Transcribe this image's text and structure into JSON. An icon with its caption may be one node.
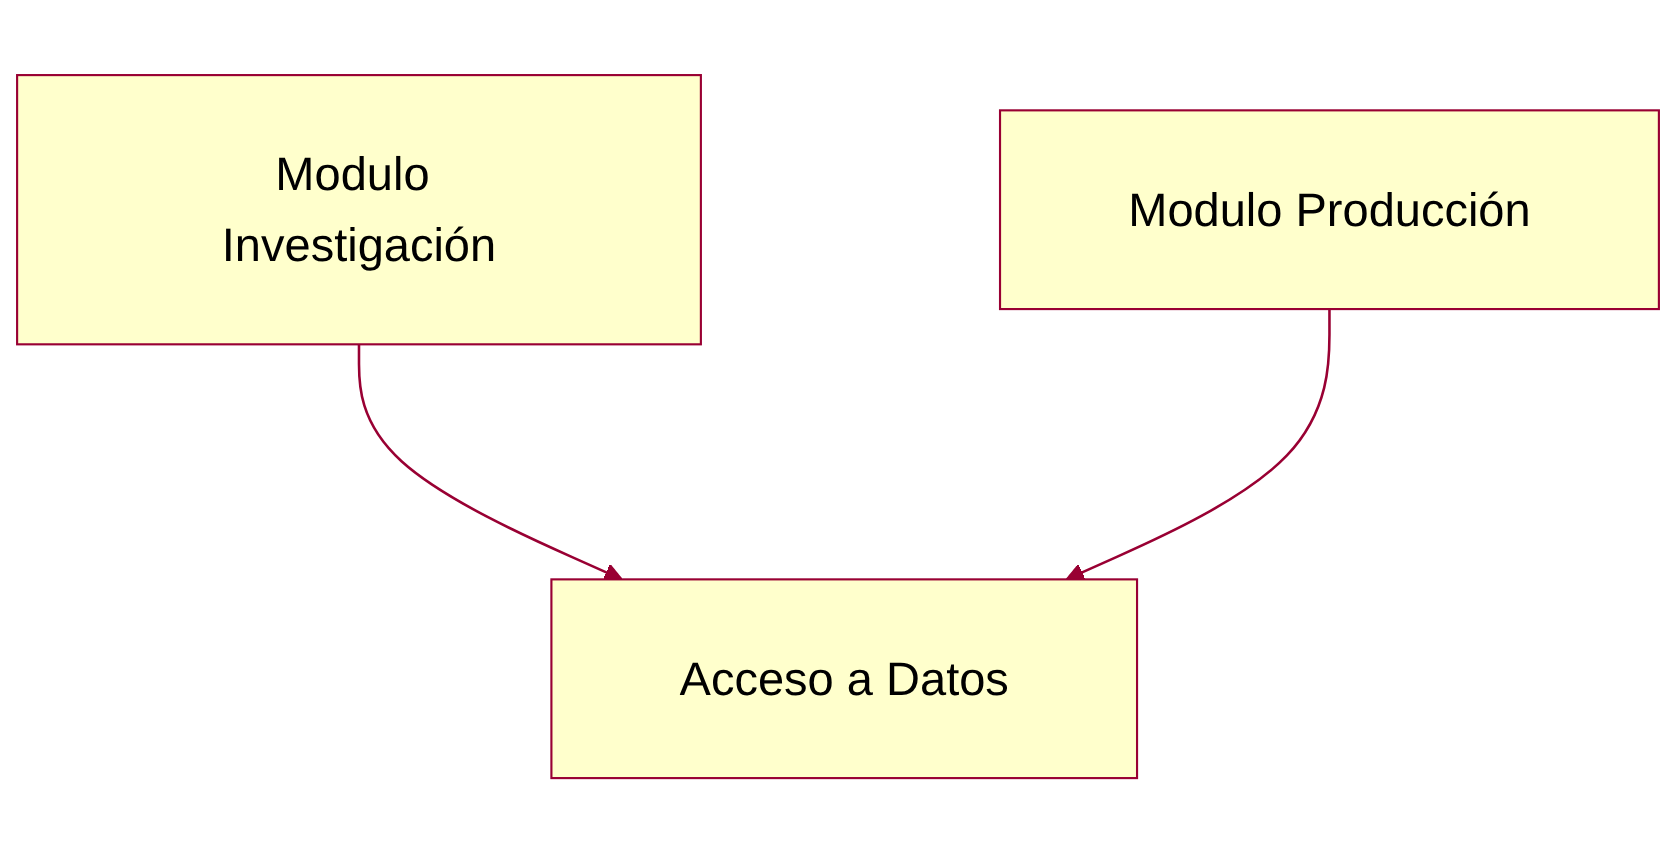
{
  "diagram": {
    "nodes": [
      {
        "text": [
          "Modulo Investigación"
        ]
      },
      {
        "text": [
          "Modulo Producción"
        ]
      },
      {
        "text": [
          "Acceso a Datos"
        ]
      }
    ],
    "edges": [
      {
        "from": 0,
        "to": 2,
        "arrow": "to"
      },
      {
        "from": 1,
        "to": 2,
        "arrow": "to"
      }
    ]
  }
}
